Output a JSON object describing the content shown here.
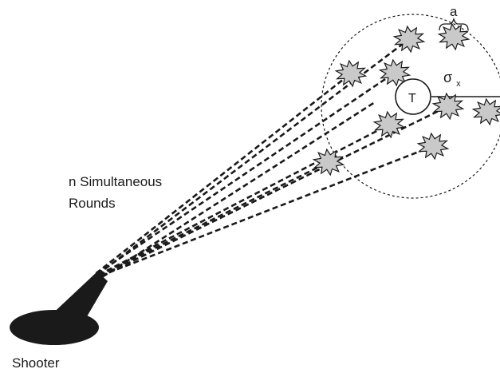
{
  "labels": {
    "rounds_line1": "n Simultaneous",
    "rounds_line2": "Rounds",
    "shooter": "Shooter",
    "target": "T",
    "burst_size": "a",
    "sigma": "σ",
    "sigma_subscript": "x"
  },
  "colors": {
    "ink": "#1a1a1a",
    "burst_fill": "#c9c9c9"
  }
}
